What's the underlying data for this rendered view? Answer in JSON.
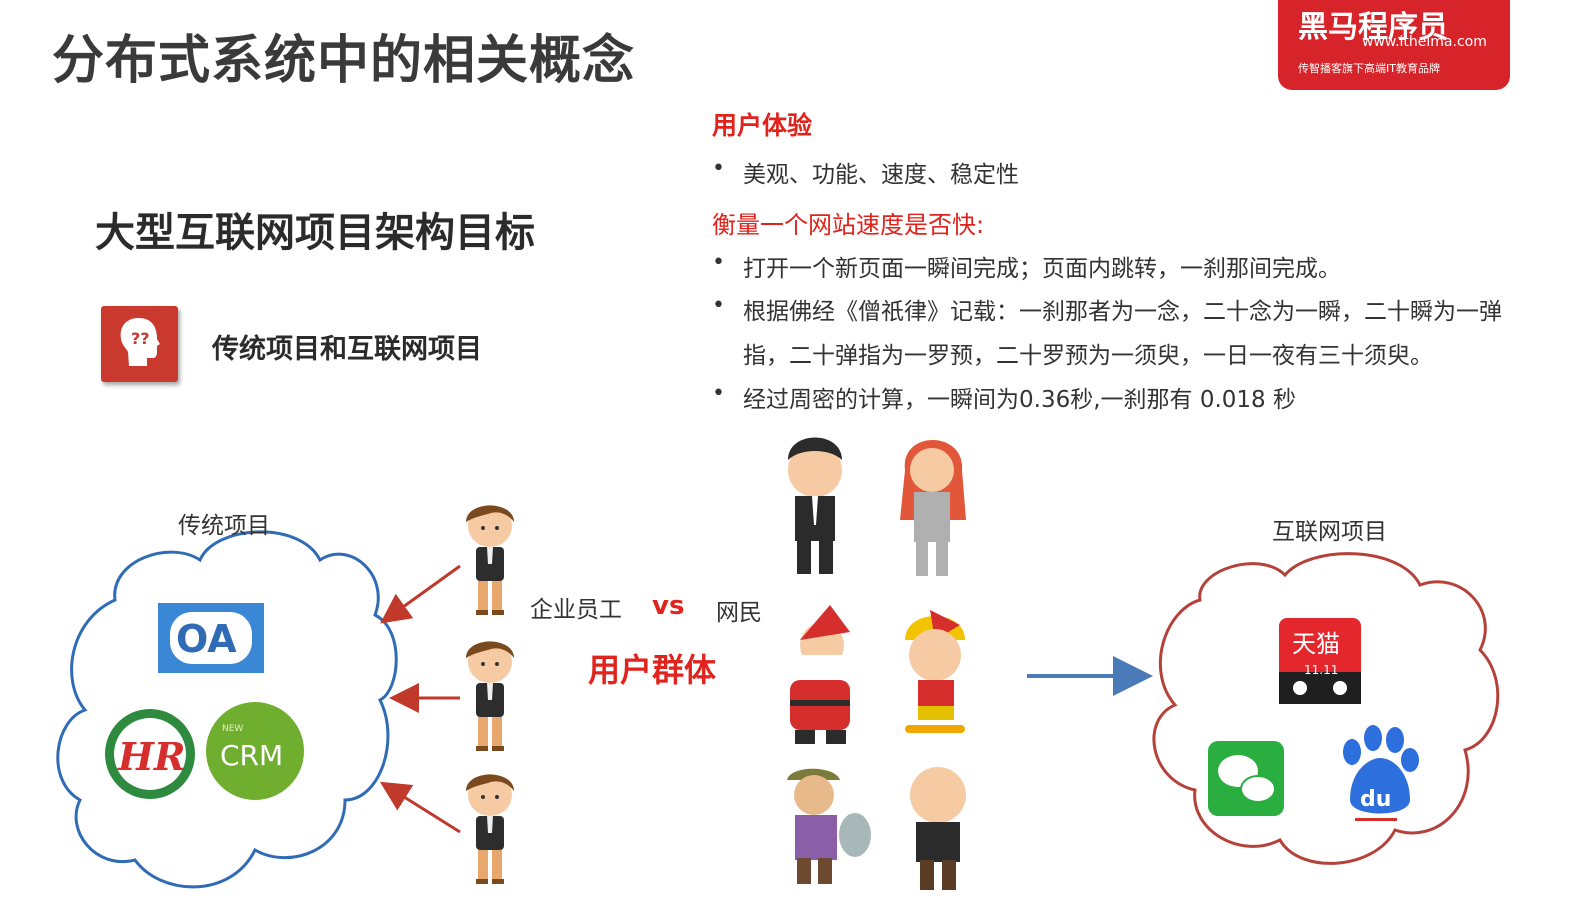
{
  "title": "分布式系统中的相关概念",
  "logo": {
    "brand": "黑马程序员",
    "url": "www.itheima.com",
    "slogan": "传智播客旗下高端IT教育品牌"
  },
  "goal_heading": "大型互联网项目架构目标",
  "subheading": "传统项目和互联网项目",
  "ux": {
    "heading": "用户体验",
    "bullet": "美观、功能、速度、稳定性",
    "speed_heading": "衡量一个网站速度是否快:",
    "bullets": [
      "打开一个新页面一瞬间完成；页面内跳转，一刹那间完成。",
      "根据佛经《僧祇律》记载：一刹那者为一念，二十念为一瞬，二十瞬为一弹",
      "指，二十弹指为一罗预，二十罗预为一须臾，一日一夜有三十须臾。",
      "经过周密的计算，一瞬间为0.36秒,一刹那有 0.018 秒"
    ],
    "bullet_mark": "•"
  },
  "diagram": {
    "traditional_label": "传统项目",
    "internet_label": "互联网项目",
    "employees_label": "企业员工",
    "vs_label": "vs",
    "netizens_label": "网民",
    "user_group_label": "用户群体",
    "apps": {
      "oa": "OA",
      "hr": "HR",
      "crm": "CRM",
      "crm_small": "NEW",
      "tmall": "天猫",
      "tmall_sub": "11.11",
      "baidu": "du"
    }
  }
}
